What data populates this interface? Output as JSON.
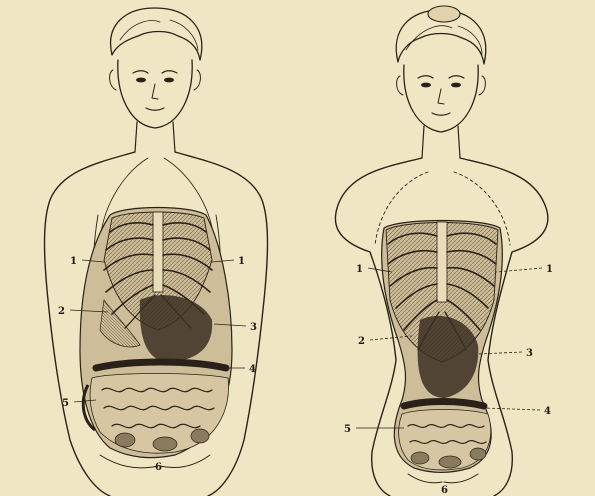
{
  "figures": [
    {
      "id": "natural-figure",
      "labels": {
        "l1a": "1",
        "l1b": "1",
        "l2": "2",
        "l3": "3",
        "l4": "4",
        "l5": "5",
        "l6": "6"
      }
    },
    {
      "id": "corseted-figure",
      "labels": {
        "l1a": "1",
        "l1b": "1",
        "l2": "2",
        "l3": "3",
        "l4": "4",
        "l5": "5",
        "l6": "6"
      }
    }
  ],
  "colors": {
    "paper": "#f1e6c4",
    "ink": "#2a2218",
    "organ_dark": "#3b2f22",
    "organ_mid": "#8a7a5e",
    "organ_light": "#cdbd98"
  }
}
